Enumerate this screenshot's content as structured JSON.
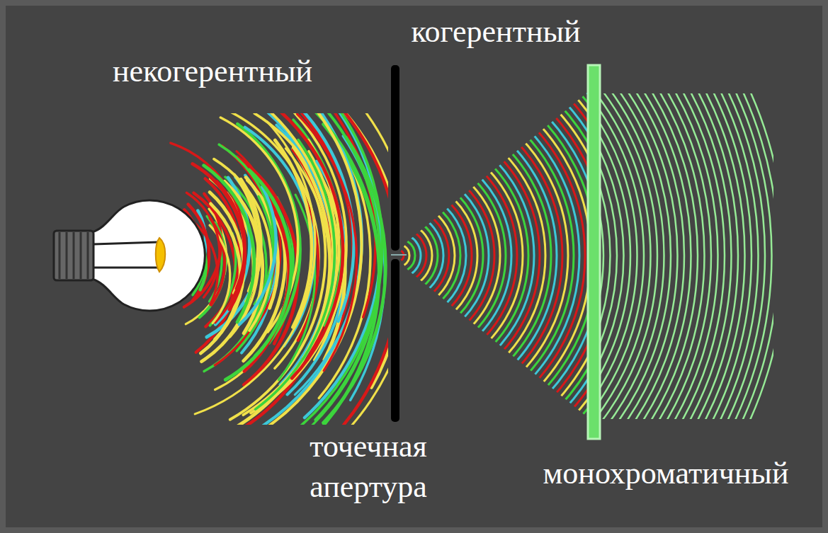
{
  "diagram": {
    "labels": [
      "некогерентный",
      "когерентный",
      "точечная апертура",
      "монохроматичный"
    ]
  }
}
